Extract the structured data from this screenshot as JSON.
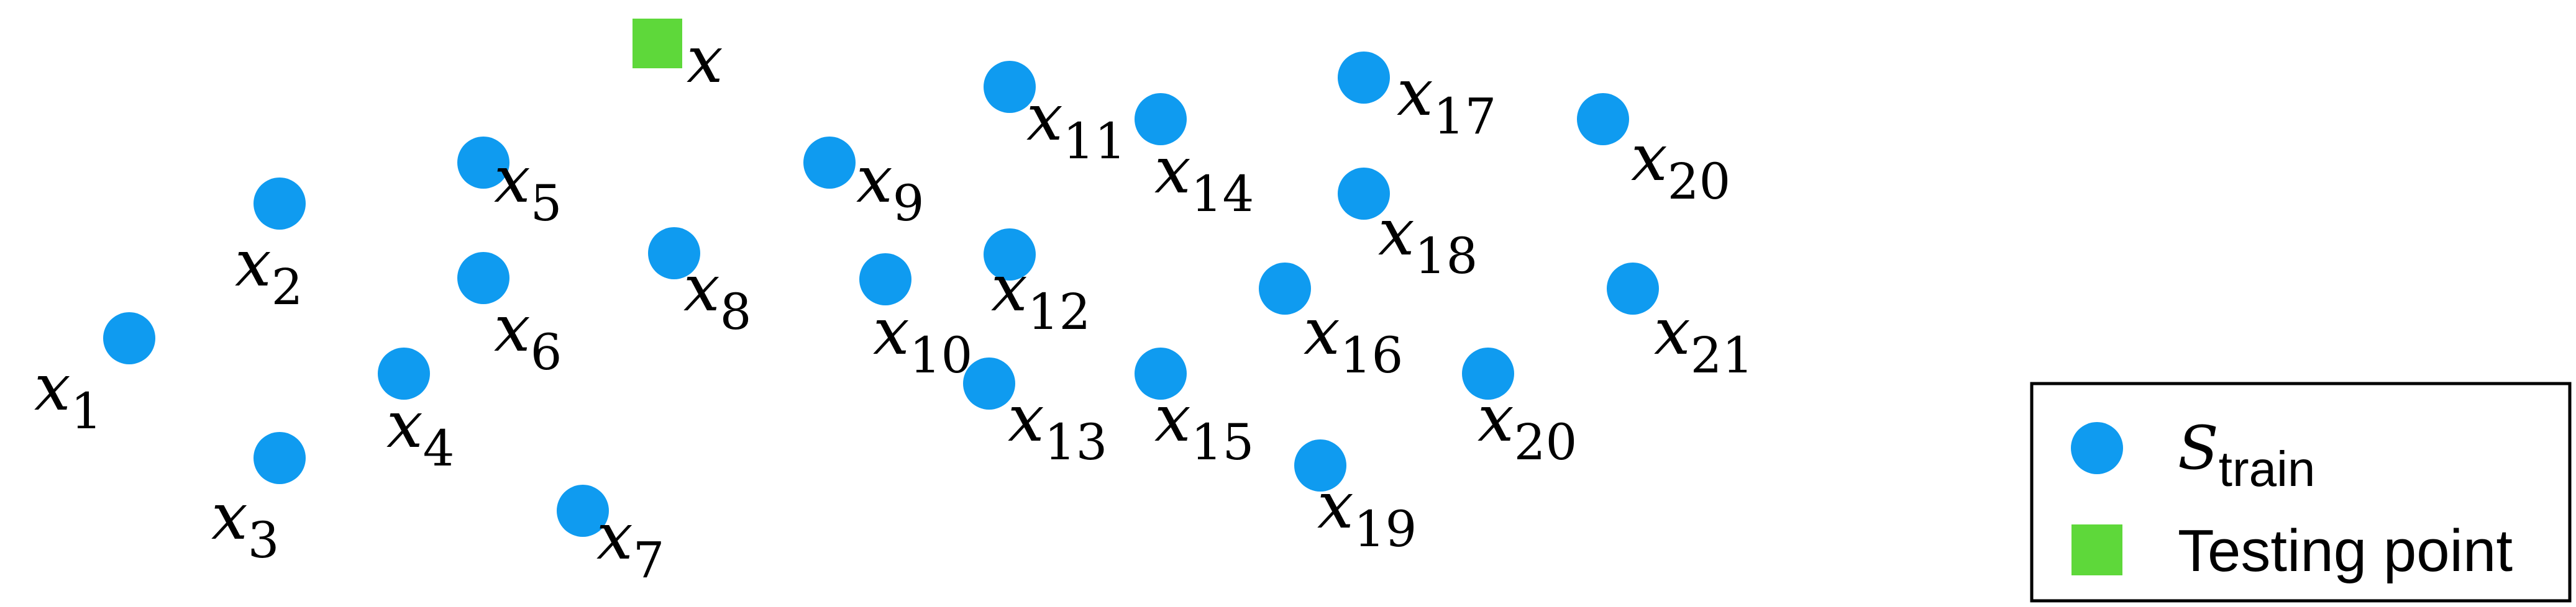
{
  "colors": {
    "train": "#0f9bf0",
    "test": "#5ed83a",
    "legend_border": "#000000"
  },
  "points": [
    {
      "id": "x1",
      "base": "x",
      "sub": "1"
    },
    {
      "id": "x2",
      "base": "x",
      "sub": "2"
    },
    {
      "id": "x3",
      "base": "x",
      "sub": "3"
    },
    {
      "id": "x4",
      "base": "x",
      "sub": "4"
    },
    {
      "id": "x5",
      "base": "x",
      "sub": "5"
    },
    {
      "id": "x6",
      "base": "x",
      "sub": "6"
    },
    {
      "id": "x7",
      "base": "x",
      "sub": "7"
    },
    {
      "id": "x8",
      "base": "x",
      "sub": "8"
    },
    {
      "id": "x9",
      "base": "x",
      "sub": "9"
    },
    {
      "id": "x10",
      "base": "x",
      "sub": "10"
    },
    {
      "id": "x11",
      "base": "x",
      "sub": "11"
    },
    {
      "id": "x12",
      "base": "x",
      "sub": "12"
    },
    {
      "id": "x13",
      "base": "x",
      "sub": "13"
    },
    {
      "id": "x14",
      "base": "x",
      "sub": "14"
    },
    {
      "id": "x15",
      "base": "x",
      "sub": "15"
    },
    {
      "id": "x16",
      "base": "x",
      "sub": "16"
    },
    {
      "id": "x17",
      "base": "x",
      "sub": "17"
    },
    {
      "id": "x18",
      "base": "x",
      "sub": "18"
    },
    {
      "id": "x19",
      "base": "x",
      "sub": "19"
    },
    {
      "id": "x20a",
      "base": "x",
      "sub": "20"
    },
    {
      "id": "x20b",
      "base": "x",
      "sub": "20"
    },
    {
      "id": "x21",
      "base": "x",
      "sub": "21"
    }
  ],
  "test_point": {
    "base": "x",
    "sub": ""
  },
  "legend": {
    "train_base": "S",
    "train_sub": "train",
    "test_label": "Testing point"
  }
}
